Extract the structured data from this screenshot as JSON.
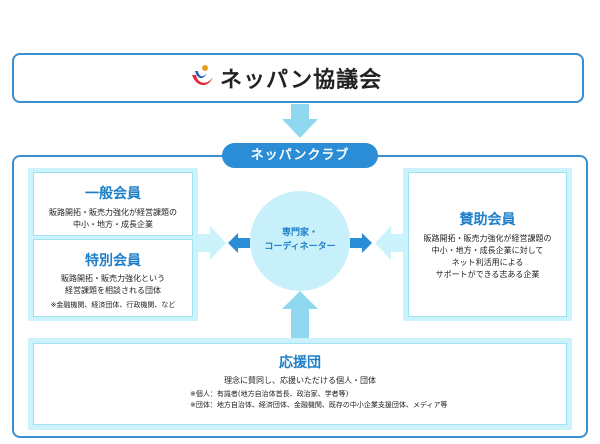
{
  "organization": {
    "title": "ネッパン協議会"
  },
  "club": {
    "title": "ネッパンクラブ"
  },
  "center": {
    "line1": "専門家・",
    "line2": "コーディネーター"
  },
  "general_member": {
    "title": "一般会員",
    "desc1": "販路開拓・販売力強化が経営課題の",
    "desc2": "中小・地方・成長企業"
  },
  "special_member": {
    "title": "特別会員",
    "desc1": "販路開拓・販売力強化という",
    "desc2": "経営課題を相談される団体",
    "note": "※金融機関、経済団体、行政機関、など"
  },
  "supporting_member": {
    "title": "賛助会員",
    "desc1": "販路開拓・販売力強化が経営課題の",
    "desc2": "中小・地方・成長企業に対して",
    "desc3": "ネット利活用による",
    "desc4": "サポートができる志ある企業"
  },
  "supporters": {
    "title": "応援団",
    "desc": "理念に賛同し、応援いただける個人・団体",
    "note1": "※個人：有識者(地方自治体首長、政治家、学者等)",
    "note2": "※団体：地方自治体、経済団体、金融機関、既存の中小企業支援団体、メディア等"
  },
  "colors": {
    "accent": "#2a8dd6",
    "border": "#3a8fd0",
    "panel_bg": "#ccf2fb",
    "circle_bg": "#c8f0fb",
    "arrow": "#8fd8f0",
    "title_text": "#1f7fc8"
  }
}
